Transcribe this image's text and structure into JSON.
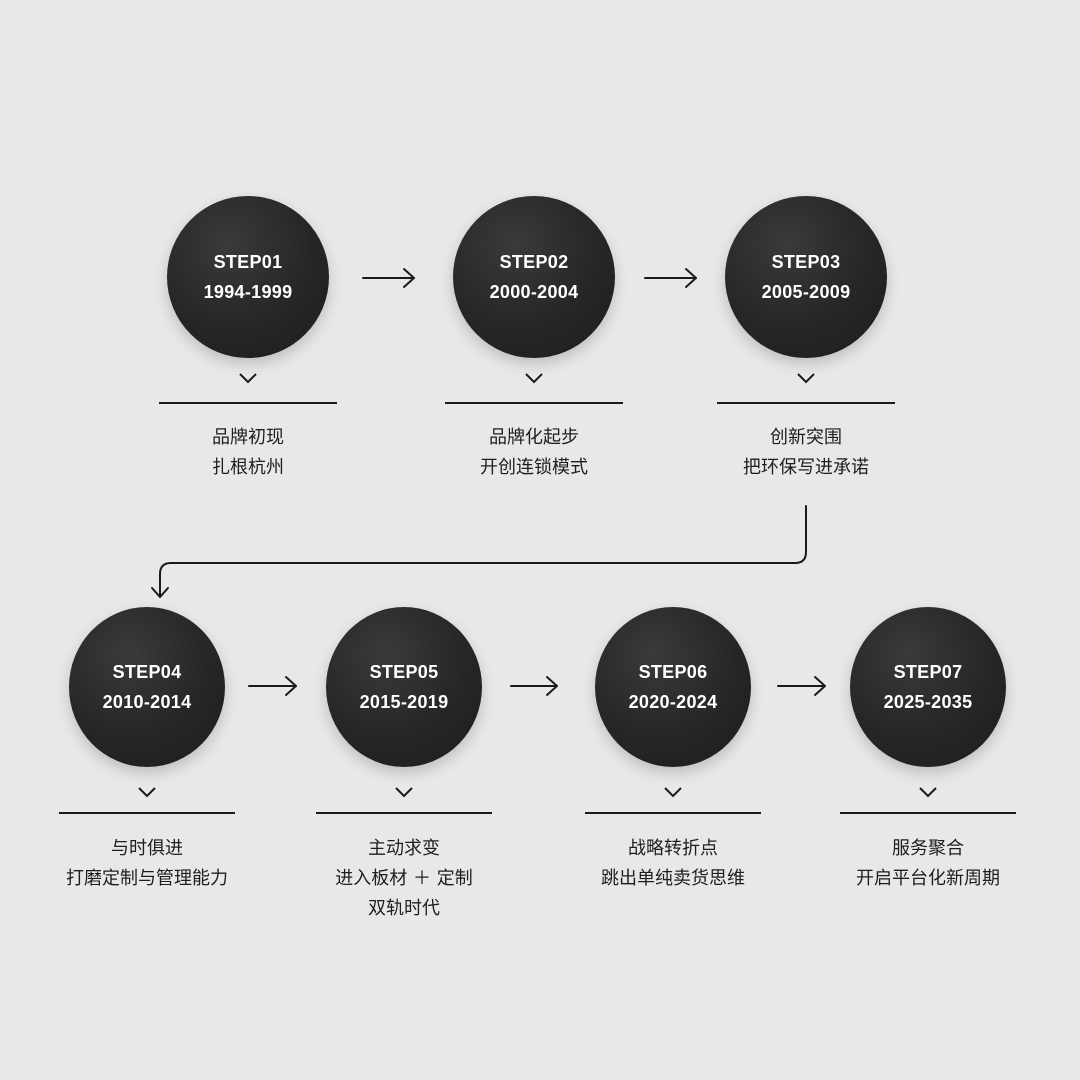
{
  "steps": [
    {
      "label": "STEP01",
      "years": "1994-1999",
      "lines": [
        "品牌初现",
        "扎根杭州"
      ]
    },
    {
      "label": "STEP02",
      "years": "2000-2004",
      "lines": [
        "品牌化起步",
        "开创连锁模式"
      ]
    },
    {
      "label": "STEP03",
      "years": "2005-2009",
      "lines": [
        "创新突围",
        "把环保写进承诺"
      ]
    },
    {
      "label": "STEP04",
      "years": "2010-2014",
      "lines": [
        "与时俱进",
        "打磨定制与管理能力"
      ]
    },
    {
      "label": "STEP05",
      "years": "2015-2019",
      "lines": [
        "主动求变",
        "进入板材 ＋ 定制",
        "双轨时代"
      ]
    },
    {
      "label": "STEP06",
      "years": "2020-2024",
      "lines": [
        "战略转折点",
        "跳出单纯卖货思维"
      ]
    },
    {
      "label": "STEP07",
      "years": "2025-2035",
      "lines": [
        "服务聚合",
        "开启平台化新周期"
      ]
    }
  ],
  "colors": {
    "background": "#e8e8e8",
    "circle": "#262626",
    "line": "#1a1a1a",
    "text": "#1e1e1e"
  },
  "icons": {
    "connector": "arrow-right-icon",
    "marker": "chevron-down-icon",
    "wrap": "elbow-arrow-down-icon"
  }
}
